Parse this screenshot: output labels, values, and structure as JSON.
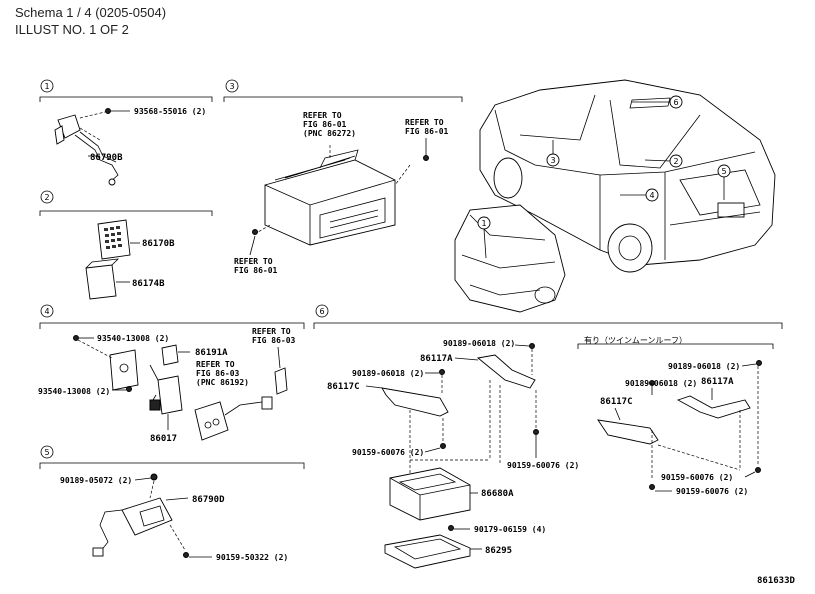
{
  "header": {
    "title": "Schema 1 / 4 (0205-0504)",
    "subtitle": "ILLUST NO. 1 OF 2"
  },
  "footer": {
    "illustration_code": "861633D"
  },
  "sections": {
    "s1": {
      "num": "1",
      "parts": [
        "93568-55016 (2)",
        "86790B"
      ]
    },
    "s2": {
      "num": "2",
      "parts": [
        "86170B",
        "86174B"
      ]
    },
    "s3": {
      "num": "3",
      "refer_top": [
        "REFER TO",
        "FIG 86-01",
        "(PNC 86272)"
      ],
      "refer_right": [
        "REFER TO",
        "FIG 86-01"
      ],
      "refer_bottom": [
        "REFER TO",
        "FIG 86-01"
      ]
    },
    "s4": {
      "num": "4",
      "parts": [
        "93540-13008 (2)",
        "86191A",
        "93540-13008 (2)",
        "86017"
      ],
      "refer_mid": [
        "REFER TO",
        "FIG 86-03",
        "(PNC 86192)"
      ],
      "refer_right": [
        "REFER TO",
        "FIG 86-03"
      ]
    },
    "s5": {
      "num": "5",
      "parts": [
        "90189-05072 (2)",
        "86790D",
        "90159-50322 (2)"
      ]
    },
    "s6": {
      "num": "6",
      "parts": [
        "90189-06018 (2)",
        "86117A",
        "90189-06018 (2)",
        "86117C",
        "90159-60076 (2)",
        "90159-60076 (2)",
        "86680A",
        "90179-06159 (4)",
        "86295"
      ],
      "variant_note": "有り（ツインムーンルーフ）",
      "variant_parts": [
        "90189-06018 (2)",
        "90189-06018 (2)",
        "86117A",
        "86117C",
        "90159-60076 (2)",
        "90159-60076 (2)"
      ]
    },
    "car_callouts": [
      "6",
      "3",
      "2",
      "5",
      "4",
      "1"
    ]
  }
}
